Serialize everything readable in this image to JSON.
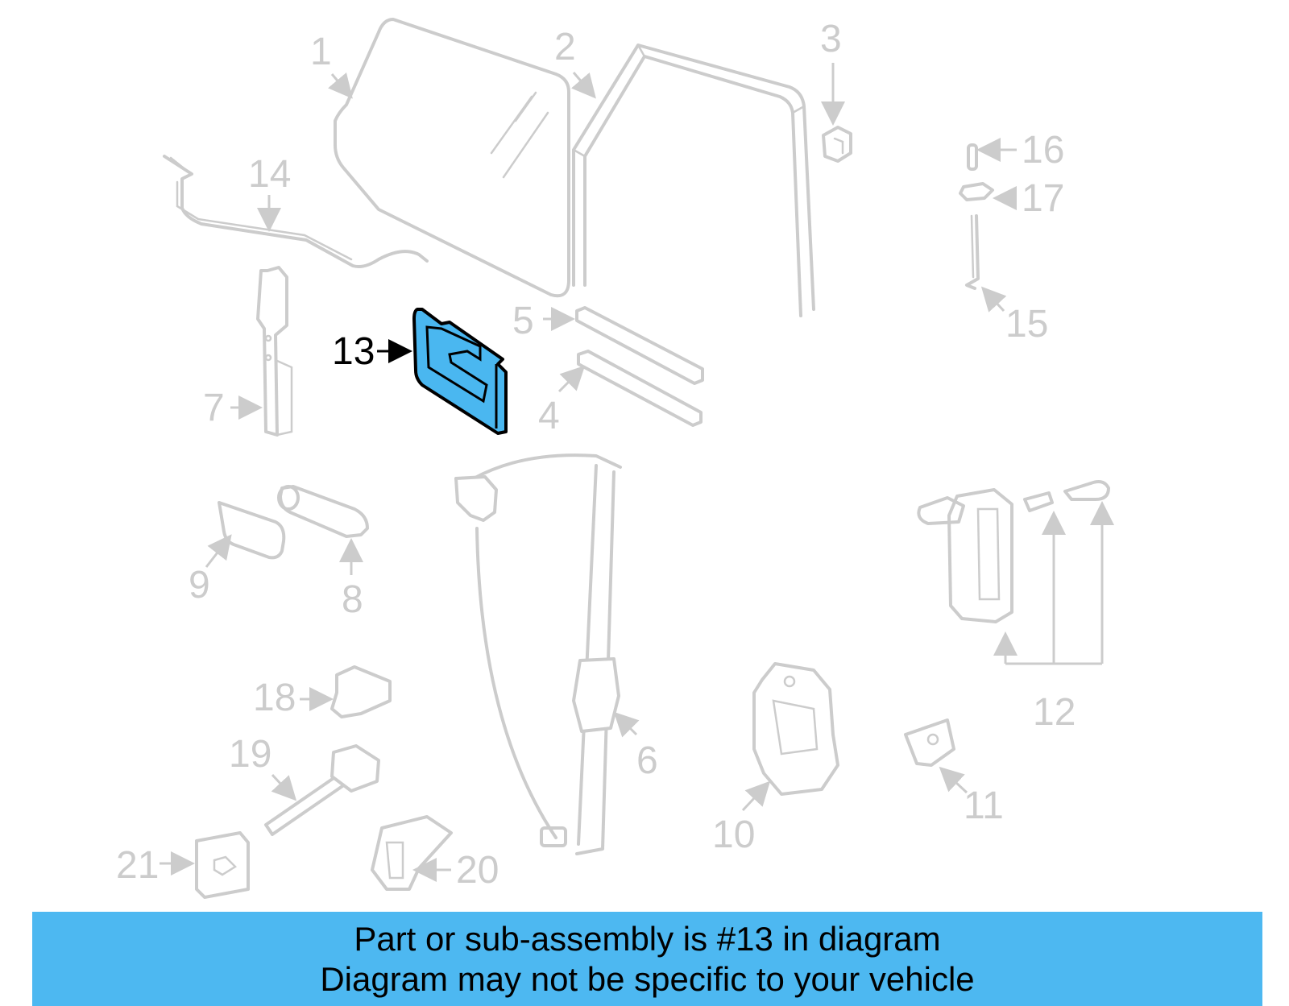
{
  "callouts": {
    "c1": "1",
    "c2": "2",
    "c3": "3",
    "c4": "4",
    "c5": "5",
    "c6": "6",
    "c7": "7",
    "c8": "8",
    "c9": "9",
    "c10": "10",
    "c11": "11",
    "c12": "12",
    "c13": "13",
    "c14": "14",
    "c15": "15",
    "c16": "16",
    "c17": "17",
    "c18": "18",
    "c19": "19",
    "c20": "20",
    "c21": "21"
  },
  "highlighted_part": "13",
  "colors": {
    "highlight": "#4ab7f0",
    "banner": "#4db8f1",
    "part_outline": "#cccccc"
  },
  "banner": {
    "line1": "Part or sub-assembly is #13 in diagram",
    "line2": "Diagram may not be specific to your vehicle"
  }
}
